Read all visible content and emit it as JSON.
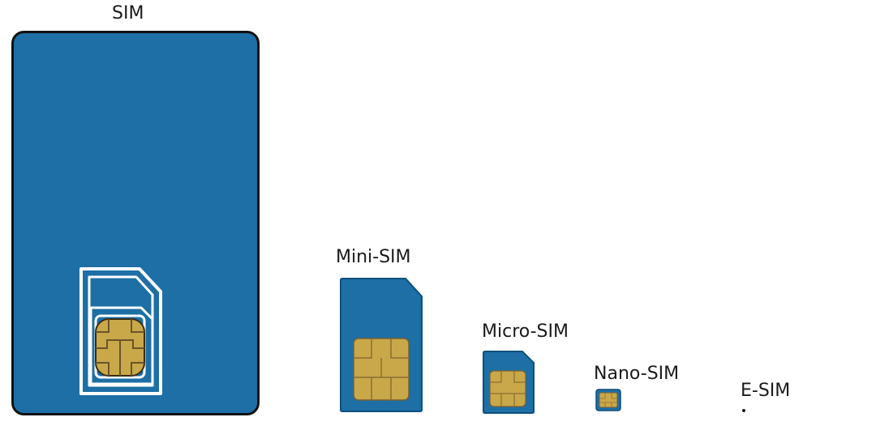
{
  "sims": {
    "sim": {
      "label": "SIM"
    },
    "mini": {
      "label": "Mini-SIM"
    },
    "micro": {
      "label": "Micro-SIM"
    },
    "nano": {
      "label": "Nano-SIM"
    },
    "esim": {
      "label": "E-SIM"
    }
  },
  "colors": {
    "card_blue": "#1d6fa6",
    "card_outline": "#111111",
    "chip_gold": "#c9a84a",
    "chip_line": "#7a6130",
    "cutout_line": "#ffffff",
    "text": "#1a1a1a"
  }
}
